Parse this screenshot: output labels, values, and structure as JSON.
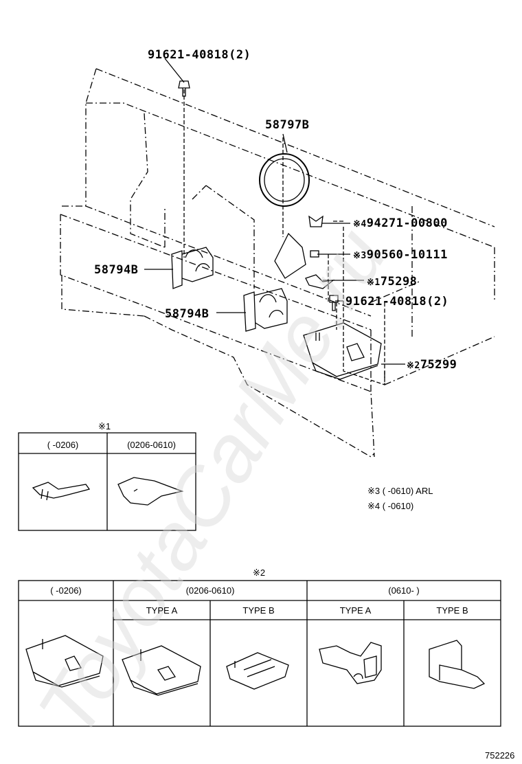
{
  "callouts": {
    "bolt_top": "91621-40818(2)",
    "ring": "58797B",
    "wing_nut": "94271-00800",
    "wing_nut_mark": "※4",
    "nut": "90560-10111",
    "nut_mark": "※3",
    "plate": "75298",
    "plate_mark": "※1",
    "bolt_mid": "91621-40818(2)",
    "clamp_upper": "58794B",
    "clamp_lower": "58794B",
    "bracket": "75299",
    "bracket_mark": "※2"
  },
  "table1": {
    "title": "※1",
    "headers": [
      "(      -0206)",
      "(0206-0610)"
    ]
  },
  "notes": [
    "※3 (      -0610) ARL",
    "※4 (      -0610)"
  ],
  "table2": {
    "title": "※2",
    "headers": [
      "(      -0206)",
      "(0206-0610)",
      "(0610-      )"
    ],
    "subheaders": [
      "TYPE A",
      "TYPE B",
      "TYPE A",
      "TYPE B"
    ]
  },
  "diagram_id": "752226",
  "watermark": "ToyotaCarMe.ru"
}
